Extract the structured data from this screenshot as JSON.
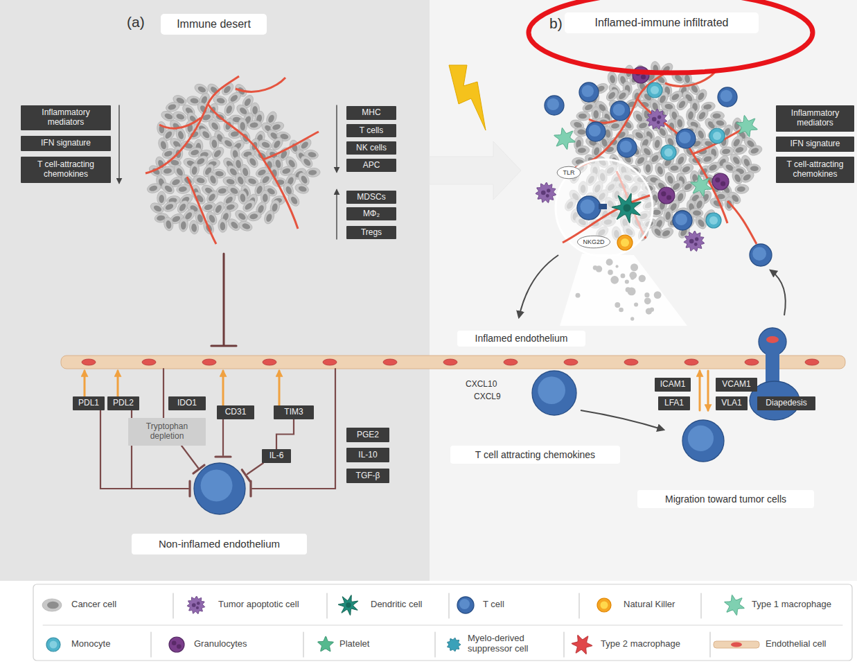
{
  "diagram": {
    "nodes": [
      {
        "text": [
          "Immune desert"
        ]
      },
      {
        "text": [
          "Inflamed-immune infiltrated"
        ]
      },
      {
        "text": [
          "Inflammatory mediators"
        ]
      },
      {
        "text": [
          "IFN signature"
        ]
      },
      {
        "text": [
          "T cell-attracting chemokines"
        ]
      },
      {
        "text": [
          "MHC"
        ]
      },
      {
        "text": [
          "T cells"
        ]
      },
      {
        "text": [
          "NK cells"
        ]
      },
      {
        "text": [
          "APC"
        ]
      },
      {
        "text": [
          "Inflammatory mediators"
        ]
      },
      {
        "text": [
          "IFN signature"
        ]
      },
      {
        "text": [
          "T cell-attracting chemokines"
        ]
      },
      {
        "text": [
          "TLR"
        ]
      },
      {
        "text": [
          "MDSCs"
        ]
      },
      {
        "text": [
          "MΦ₂"
        ]
      },
      {
        "text": [
          "Tregs"
        ]
      },
      {
        "text": [
          "NKG2D"
        ]
      },
      {
        "text": [
          "Inflamed endothelium"
        ]
      },
      {
        "text": [
          "ICAM1"
        ]
      },
      {
        "text": [
          "VCAM1"
        ]
      },
      {
        "text": [
          "PDL1"
        ]
      },
      {
        "text": [
          "PDL2"
        ]
      },
      {
        "text": [
          "IDO1"
        ]
      },
      {
        "text": [
          "CD31"
        ]
      },
      {
        "text": [
          "TIM3"
        ]
      },
      {
        "text": [
          "LFA1"
        ]
      },
      {
        "text": [
          "VLA1"
        ]
      },
      {
        "text": [
          "Diapedesis"
        ]
      },
      {
        "text": [
          "Tryptophan depletion"
        ]
      },
      {
        "text": [
          "PGE2"
        ]
      },
      {
        "text": [
          "IL-6"
        ]
      },
      {
        "text": [
          "T cell attracting chemokines"
        ]
      },
      {
        "text": [
          "IL-10"
        ]
      },
      {
        "text": [
          "TGF-β"
        ]
      },
      {
        "text": [
          "Migration toward tumor cells"
        ]
      },
      {
        "text": [
          "Non-inflamed endothelium"
        ]
      }
    ],
    "edges": [
      {
        "from": 24,
        "to": 30,
        "arrow": "none"
      }
    ],
    "labels": [
      "(a)",
      "b)",
      "CXCL10",
      "CXCL9"
    ],
    "legend": [
      {
        "text": "Cancer cell"
      },
      {
        "text": "Tumor apoptotic cell"
      },
      {
        "text": "Dendritic cell"
      },
      {
        "text": "T cell"
      },
      {
        "text": "Natural Killer"
      },
      {
        "text": "Type 1 macrophage"
      },
      {
        "text": "Monocyte"
      },
      {
        "text": "Granulocytes"
      },
      {
        "text": "Platelet"
      },
      {
        "text": "Myelo-derived suppressor cell"
      },
      {
        "text": "Type 2 macrophage"
      },
      {
        "text": "Endothelial cell"
      }
    ]
  }
}
